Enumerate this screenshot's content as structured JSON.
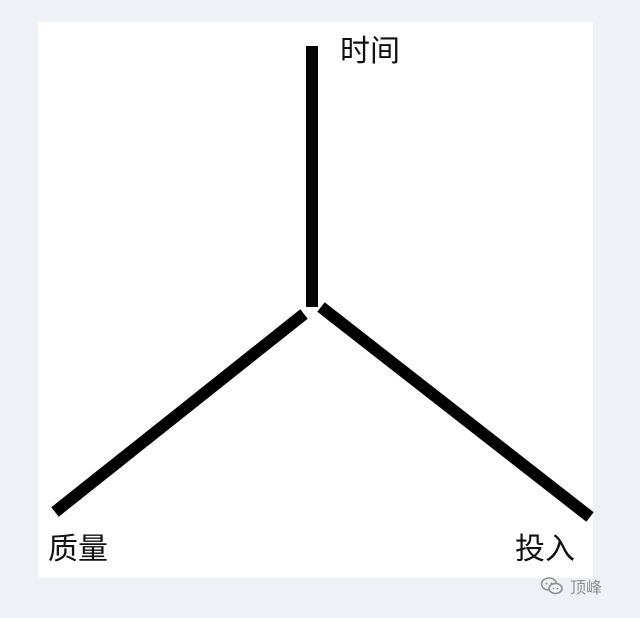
{
  "diagram": {
    "labels": {
      "top": "时间",
      "left": "质量",
      "right": "投入"
    }
  },
  "watermark": {
    "text": "顶峰",
    "icon": "wechat-icon"
  }
}
